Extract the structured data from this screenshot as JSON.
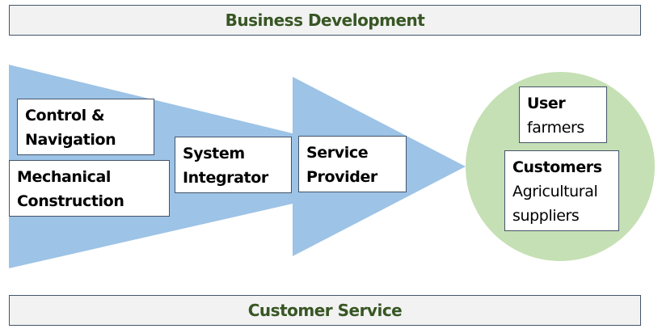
{
  "colors": {
    "banner_bg": "#f2f2f2",
    "banner_text": "#375623",
    "arrow_fill": "#9dc3e6",
    "circle_fill": "#c5e0b4",
    "box_border": "#44546a"
  },
  "banners": {
    "top": "Business Development",
    "bottom": "Customer Service"
  },
  "stages": {
    "control_navigation": [
      "Control &",
      "Navigation"
    ],
    "mechanical_construction": [
      "Mechanical",
      "Construction"
    ],
    "system_integrator": [
      "System",
      "Integrator"
    ],
    "service_provider": [
      "Service",
      "Provider"
    ]
  },
  "end_market": {
    "user": {
      "title": "User",
      "lines": [
        "farmers"
      ]
    },
    "customers": {
      "title": "Customers",
      "lines": [
        "Agricultural",
        "suppliers"
      ]
    }
  }
}
